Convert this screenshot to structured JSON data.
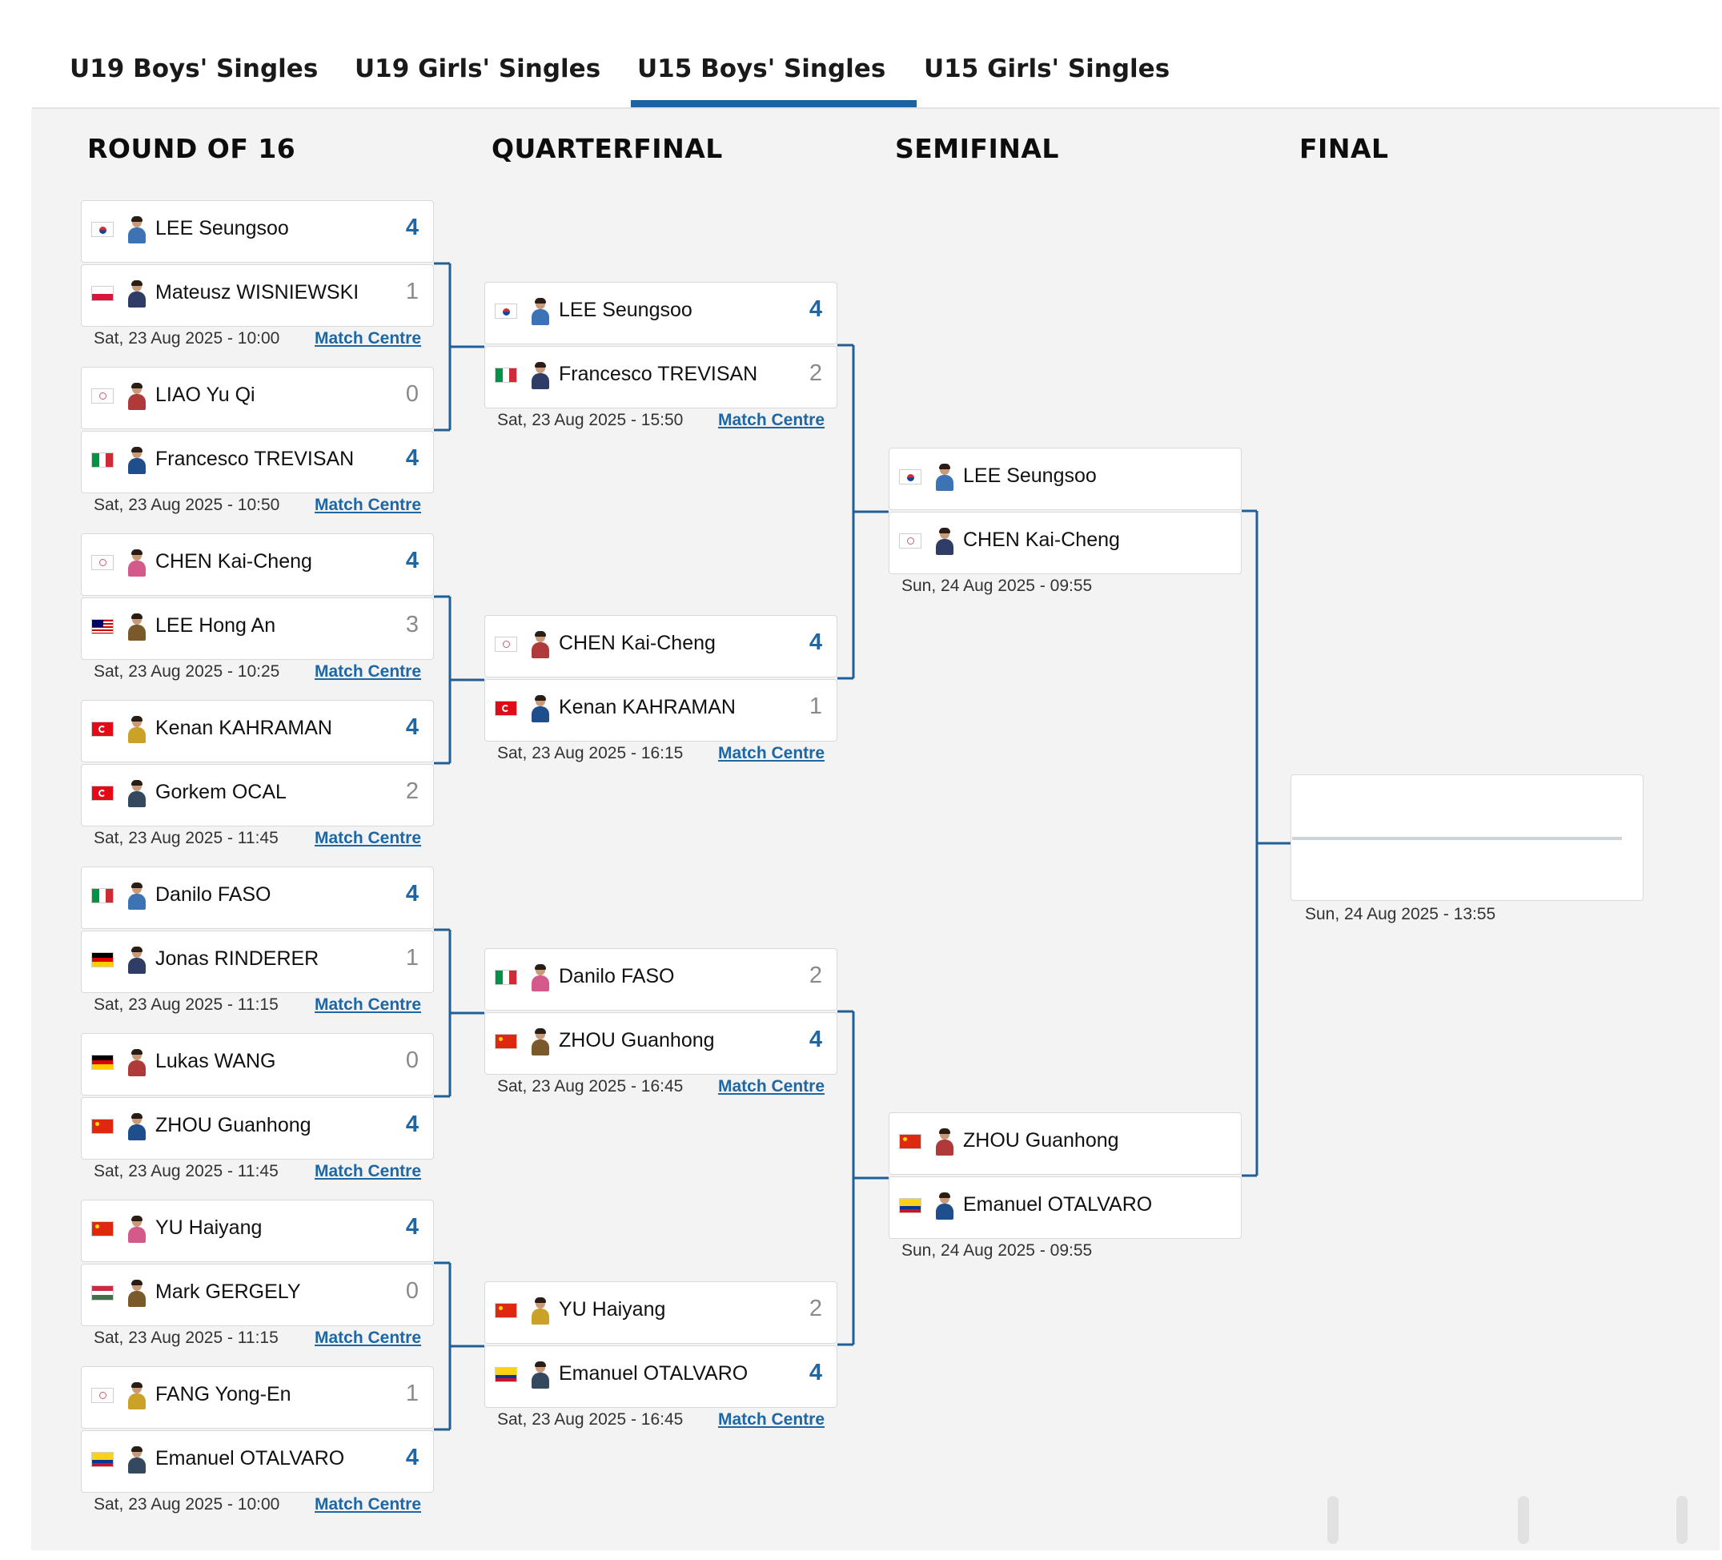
{
  "tabs": [
    {
      "label": "U19 Boys' Singles",
      "active": false
    },
    {
      "label": "U19 Girls' Singles",
      "active": false
    },
    {
      "label": "U15 Boys' Singles",
      "active": true
    },
    {
      "label": "U15 Girls' Singles",
      "active": false
    }
  ],
  "rounds": [
    "ROUND OF 16",
    "QUARTERFINAL",
    "SEMIFINAL",
    "FINAL"
  ],
  "match_centre_label": "Match Centre",
  "colors": {
    "accent": "#1f66a5",
    "panel_bg": "#f3f3f3",
    "loser_score": "#8a8a8a"
  },
  "round_of_16": [
    {
      "p1": {
        "name": "LEE Seungsoo",
        "flag": "KOR",
        "score": "4",
        "win": true
      },
      "p2": {
        "name": "Mateusz WISNIEWSKI",
        "flag": "POL",
        "score": "1",
        "win": false
      },
      "datetime": "Sat, 23 Aug 2025 - 10:00"
    },
    {
      "p1": {
        "name": "LIAO Yu Qi",
        "flag": "TPE",
        "score": "0",
        "win": false
      },
      "p2": {
        "name": "Francesco TREVISAN",
        "flag": "ITA",
        "score": "4",
        "win": true
      },
      "datetime": "Sat, 23 Aug 2025 - 10:50"
    },
    {
      "p1": {
        "name": "CHEN Kai-Cheng",
        "flag": "TPE",
        "score": "4",
        "win": true
      },
      "p2": {
        "name": "LEE Hong An",
        "flag": "MAS",
        "score": "3",
        "win": false
      },
      "datetime": "Sat, 23 Aug 2025 - 10:25"
    },
    {
      "p1": {
        "name": "Kenan KAHRAMAN",
        "flag": "TUR",
        "score": "4",
        "win": true
      },
      "p2": {
        "name": "Gorkem OCAL",
        "flag": "TUR",
        "score": "2",
        "win": false
      },
      "datetime": "Sat, 23 Aug 2025 - 11:45"
    },
    {
      "p1": {
        "name": "Danilo FASO",
        "flag": "ITA",
        "score": "4",
        "win": true
      },
      "p2": {
        "name": "Jonas RINDERER",
        "flag": "GER",
        "score": "1",
        "win": false
      },
      "datetime": "Sat, 23 Aug 2025 - 11:15"
    },
    {
      "p1": {
        "name": "Lukas WANG",
        "flag": "GER",
        "score": "0",
        "win": false
      },
      "p2": {
        "name": "ZHOU Guanhong",
        "flag": "CHN",
        "score": "4",
        "win": true
      },
      "datetime": "Sat, 23 Aug 2025 - 11:45"
    },
    {
      "p1": {
        "name": "YU Haiyang",
        "flag": "CHN",
        "score": "4",
        "win": true
      },
      "p2": {
        "name": "Mark GERGELY",
        "flag": "HUN",
        "score": "0",
        "win": false
      },
      "datetime": "Sat, 23 Aug 2025 - 11:15"
    },
    {
      "p1": {
        "name": "FANG Yong-En",
        "flag": "TPE",
        "score": "1",
        "win": false
      },
      "p2": {
        "name": "Emanuel OTALVARO",
        "flag": "COL",
        "score": "4",
        "win": true
      },
      "datetime": "Sat, 23 Aug 2025 - 10:00"
    }
  ],
  "quarterfinal": [
    {
      "p1": {
        "name": "LEE Seungsoo",
        "flag": "KOR",
        "score": "4",
        "win": true
      },
      "p2": {
        "name": "Francesco TREVISAN",
        "flag": "ITA",
        "score": "2",
        "win": false
      },
      "datetime": "Sat, 23 Aug 2025 - 15:50"
    },
    {
      "p1": {
        "name": "CHEN Kai-Cheng",
        "flag": "TPE",
        "score": "4",
        "win": true
      },
      "p2": {
        "name": "Kenan KAHRAMAN",
        "flag": "TUR",
        "score": "1",
        "win": false
      },
      "datetime": "Sat, 23 Aug 2025 - 16:15"
    },
    {
      "p1": {
        "name": "Danilo FASO",
        "flag": "ITA",
        "score": "2",
        "win": false
      },
      "p2": {
        "name": "ZHOU Guanhong",
        "flag": "CHN",
        "score": "4",
        "win": true
      },
      "datetime": "Sat, 23 Aug 2025 - 16:45"
    },
    {
      "p1": {
        "name": "YU Haiyang",
        "flag": "CHN",
        "score": "2",
        "win": false
      },
      "p2": {
        "name": "Emanuel OTALVARO",
        "flag": "COL",
        "score": "4",
        "win": true
      },
      "datetime": "Sat, 23 Aug 2025 - 16:45"
    }
  ],
  "semifinal": [
    {
      "p1": {
        "name": "LEE Seungsoo",
        "flag": "KOR",
        "score": "",
        "win": false
      },
      "p2": {
        "name": "CHEN Kai-Cheng",
        "flag": "TPE",
        "score": "",
        "win": false
      },
      "datetime": "Sun, 24 Aug 2025 - 09:55"
    },
    {
      "p1": {
        "name": "ZHOU Guanhong",
        "flag": "CHN",
        "score": "",
        "win": false
      },
      "p2": {
        "name": "Emanuel OTALVARO",
        "flag": "COL",
        "score": "",
        "win": false
      },
      "datetime": "Sun, 24 Aug 2025 - 09:55"
    }
  ],
  "final": {
    "datetime": "Sun, 24 Aug 2025 - 13:55"
  }
}
